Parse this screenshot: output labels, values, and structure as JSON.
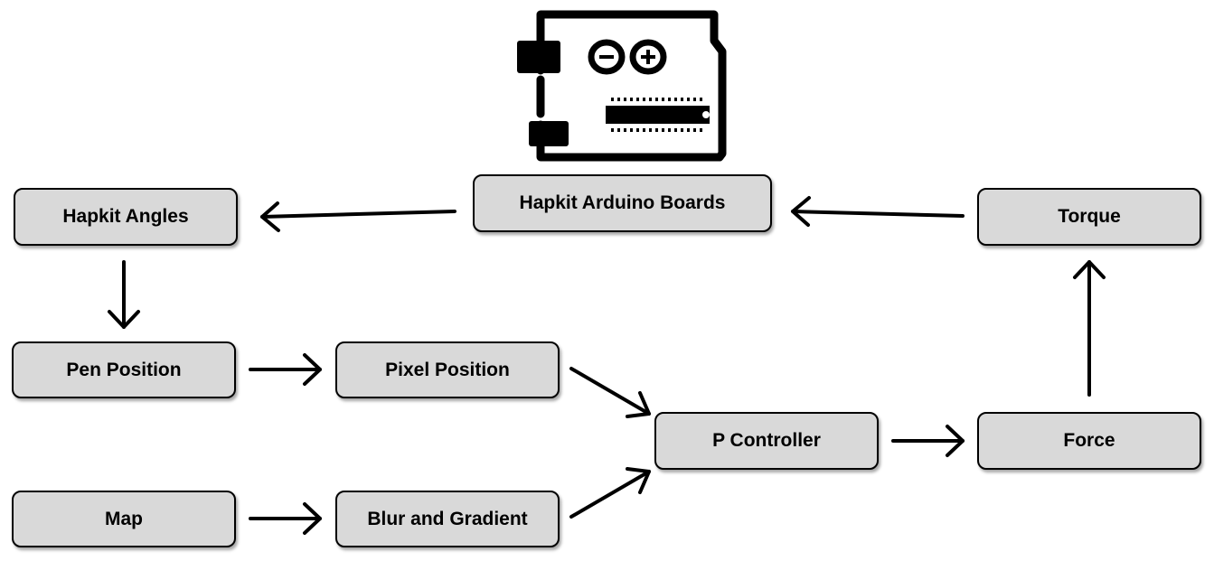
{
  "diagram": {
    "nodes": {
      "hapkit_angles": "Hapkit Angles",
      "arduino_boards": "Hapkit Arduino Boards",
      "torque": "Torque",
      "pen_position": "Pen Position",
      "pixel_position": "Pixel Position",
      "p_controller": "P Controller",
      "force": "Force",
      "map": "Map",
      "blur_gradient": "Blur and Gradient"
    },
    "edges": [
      {
        "from": "Torque",
        "to": "Hapkit Arduino Boards"
      },
      {
        "from": "Hapkit Arduino Boards",
        "to": "Hapkit Angles"
      },
      {
        "from": "Hapkit Angles",
        "to": "Pen Position"
      },
      {
        "from": "Pen Position",
        "to": "Pixel Position"
      },
      {
        "from": "Pixel Position",
        "to": "P Controller"
      },
      {
        "from": "Map",
        "to": "Blur and Gradient"
      },
      {
        "from": "Blur and Gradient",
        "to": "P Controller"
      },
      {
        "from": "P Controller",
        "to": "Force"
      },
      {
        "from": "Force",
        "to": "Torque"
      }
    ],
    "icon": "arduino-board-icon",
    "colors": {
      "node_fill": "#d9d9d9",
      "stroke": "#000000"
    }
  }
}
